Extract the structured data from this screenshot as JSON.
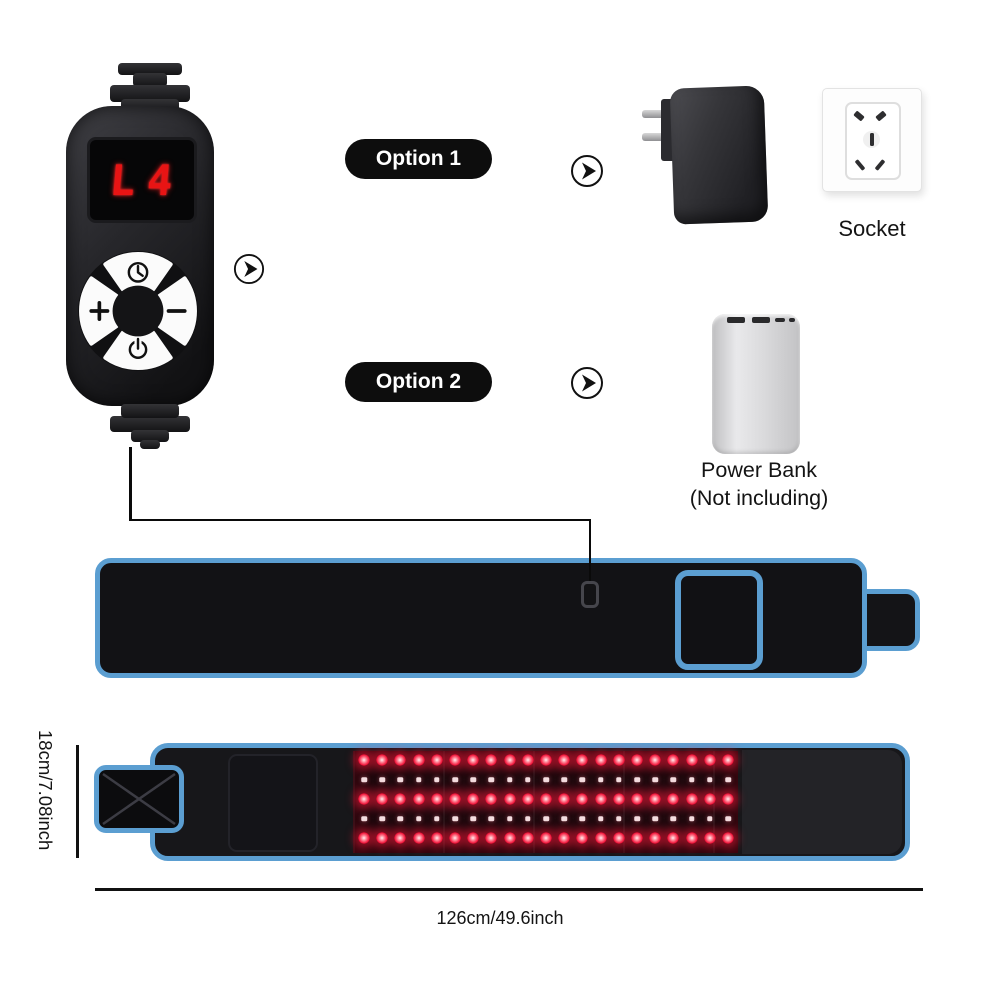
{
  "product": {
    "description": "Red light therapy waist belt with controller, power options and dimensions"
  },
  "controller": {
    "display_value": "L4",
    "plus_label": "+",
    "minus_label": "−"
  },
  "options": [
    {
      "label": "Option 1"
    },
    {
      "label": "Option 2"
    }
  ],
  "socket": {
    "label": "Socket"
  },
  "power_bank": {
    "line1": "Power Bank",
    "line2": "(Not including)"
  },
  "dimensions": {
    "height": "18cm/7.08inch",
    "length": "126cm/49.6inch"
  },
  "colors": {
    "trim_blue": "#5b9ed1",
    "display_red": "#e81414",
    "led_red": "#f01238",
    "pill_black": "#0d0d0d",
    "belt_black": "#121215"
  },
  "led_panel": {
    "columns": 21,
    "rows": [
      "large",
      "small",
      "large",
      "small",
      "large"
    ],
    "col_start": 11,
    "col_step": 18.2,
    "row_start": 9,
    "row_step": 19.5
  }
}
